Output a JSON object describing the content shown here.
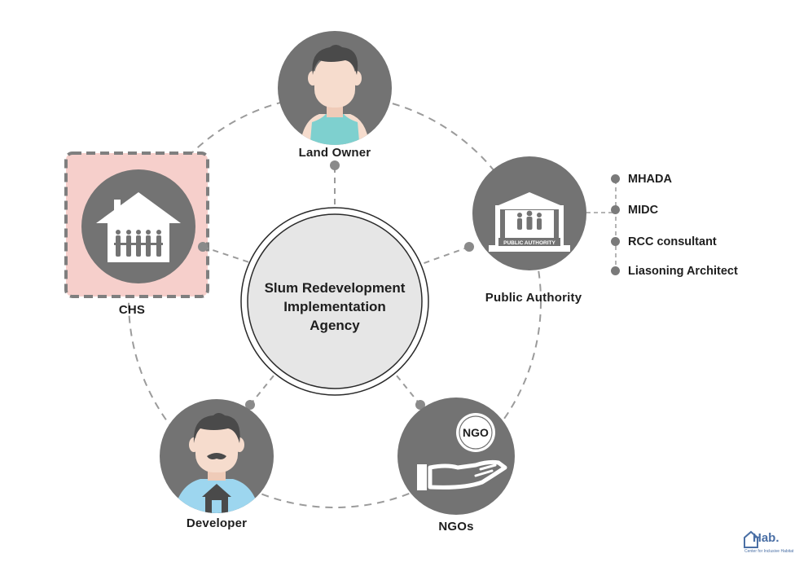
{
  "center": {
    "lines": [
      "Slum Redevelopment",
      "Implementation",
      "Agency"
    ]
  },
  "nodes": {
    "land_owner": "Land Owner",
    "public_authority": "Public Authority",
    "ngos": "NGOs",
    "developer": "Developer",
    "chs": "CHS"
  },
  "icons": {
    "building_sign": "PUBLIC AUTHORITY",
    "ngo_badge": "NGO"
  },
  "public_authority_list": [
    "MHADA",
    "MIDC",
    "RCC consultant",
    "Liasoning Architect"
  ],
  "logo": {
    "text": "Hab.",
    "tagline": "Center for Inclusive Habitat"
  },
  "colors": {
    "node_fill": "#737373",
    "center_fill": "#e6e6e6",
    "highlight_fill": "#f6cfcb",
    "dash": "#9b9b9b",
    "skin": "#f6dccd",
    "hair": "#4a4a4a",
    "shirt_teal": "#7ed0cf",
    "shirt_blue": "#9dd6ef"
  }
}
